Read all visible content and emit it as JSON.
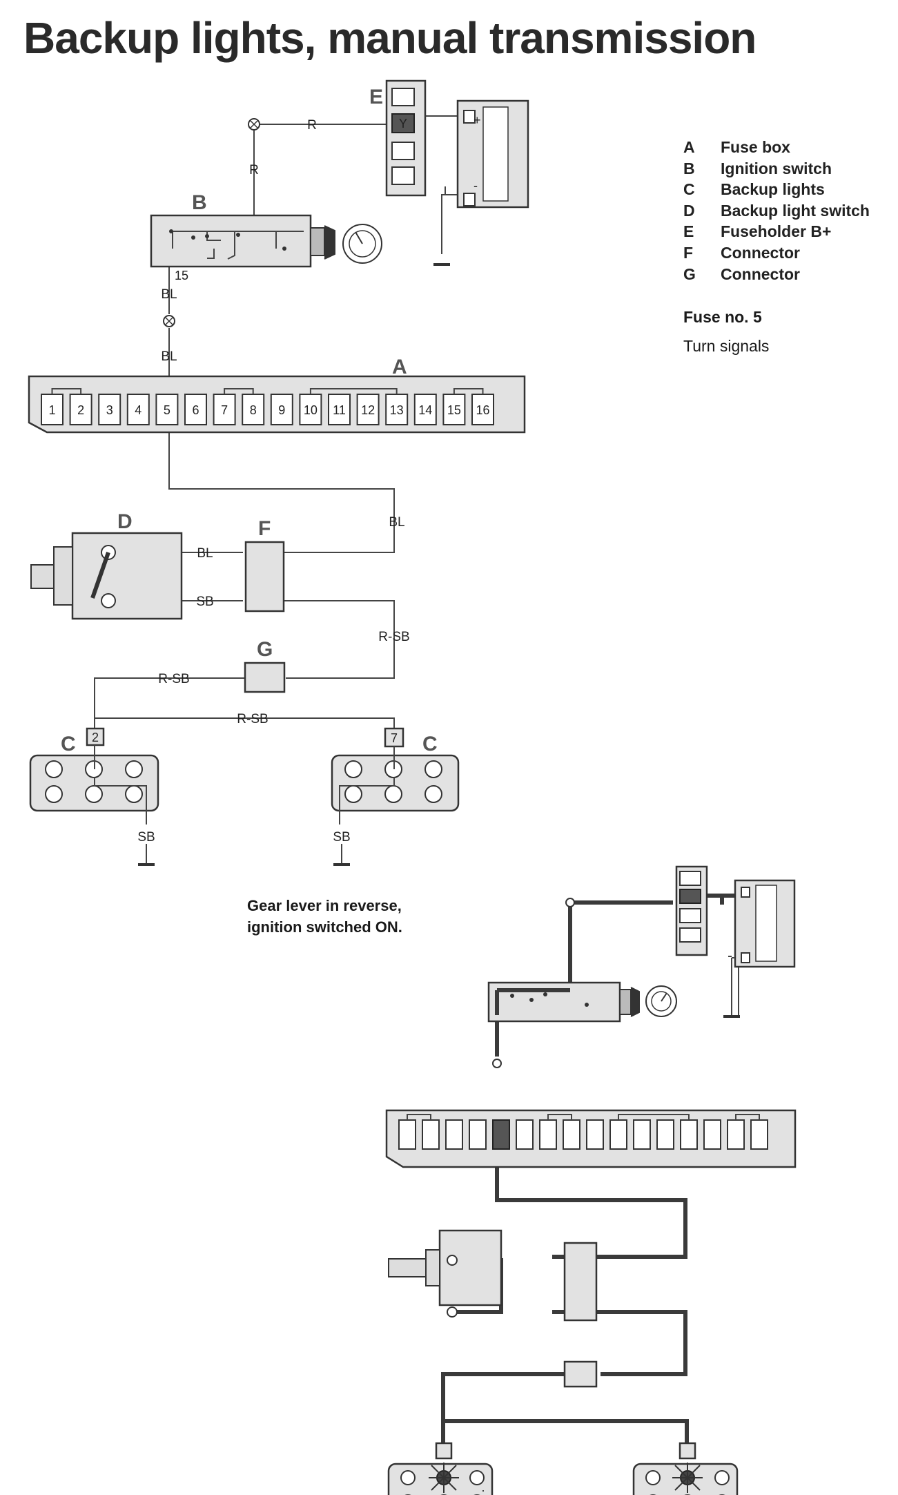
{
  "title": "Backup lights, manual transmission",
  "legend": [
    {
      "key": "A",
      "label": "Fuse box"
    },
    {
      "key": "B",
      "label": "Ignition switch"
    },
    {
      "key": "C",
      "label": "Backup lights"
    },
    {
      "key": "D",
      "label": "Backup light switch"
    },
    {
      "key": "E",
      "label": "Fuseholder B+"
    },
    {
      "key": "F",
      "label": "Connector"
    },
    {
      "key": "G",
      "label": "Connector"
    }
  ],
  "fuse_note": "Fuse no. 5",
  "fuse_circuit": "Turn signals",
  "state_note": [
    "Gear lever in reverse,",
    "ignition switched ON."
  ],
  "components": {
    "A": "A",
    "B": "B",
    "C": "C",
    "D": "D",
    "E": "E",
    "F": "F",
    "G": "G"
  },
  "wire_labels": {
    "r_top": "R",
    "r_vertical": "R",
    "bl_ign": "BL",
    "bl_fuse": "BL",
    "bl_right": "BL",
    "bl_switch": "BL",
    "sb_switch": "SB",
    "rsb_right": "R-SB",
    "rsb_left": "R-SB",
    "rsb_lights": "R-SB",
    "sb_ground_left": "SB",
    "sb_ground_right": "SB"
  },
  "ignition_terminal": "15",
  "fuseholder_cell": "Y",
  "battery_terminals": {
    "plus": "+",
    "minus": "-"
  },
  "light_pins": {
    "left": "2",
    "right": "7"
  },
  "fuses": [
    "1",
    "2",
    "3",
    "4",
    "5",
    "6",
    "7",
    "8",
    "9",
    "10",
    "11",
    "12",
    "13",
    "14",
    "15",
    "16"
  ],
  "active_fuse": "5"
}
